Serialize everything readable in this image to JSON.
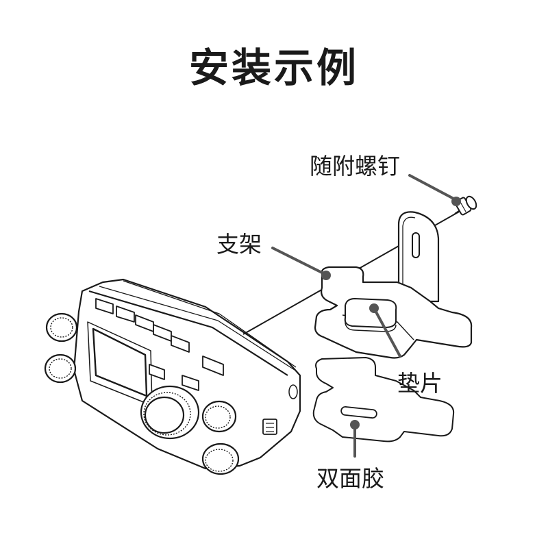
{
  "title": "安装示例",
  "labels": {
    "screw": "随附螺钉",
    "bracket": "支架",
    "pad": "垫片",
    "tape": "双面胶"
  },
  "colors": {
    "line": "#1a1a1a",
    "leader": "#555555",
    "leader_dot": "#555555",
    "fill": "#ffffff"
  }
}
